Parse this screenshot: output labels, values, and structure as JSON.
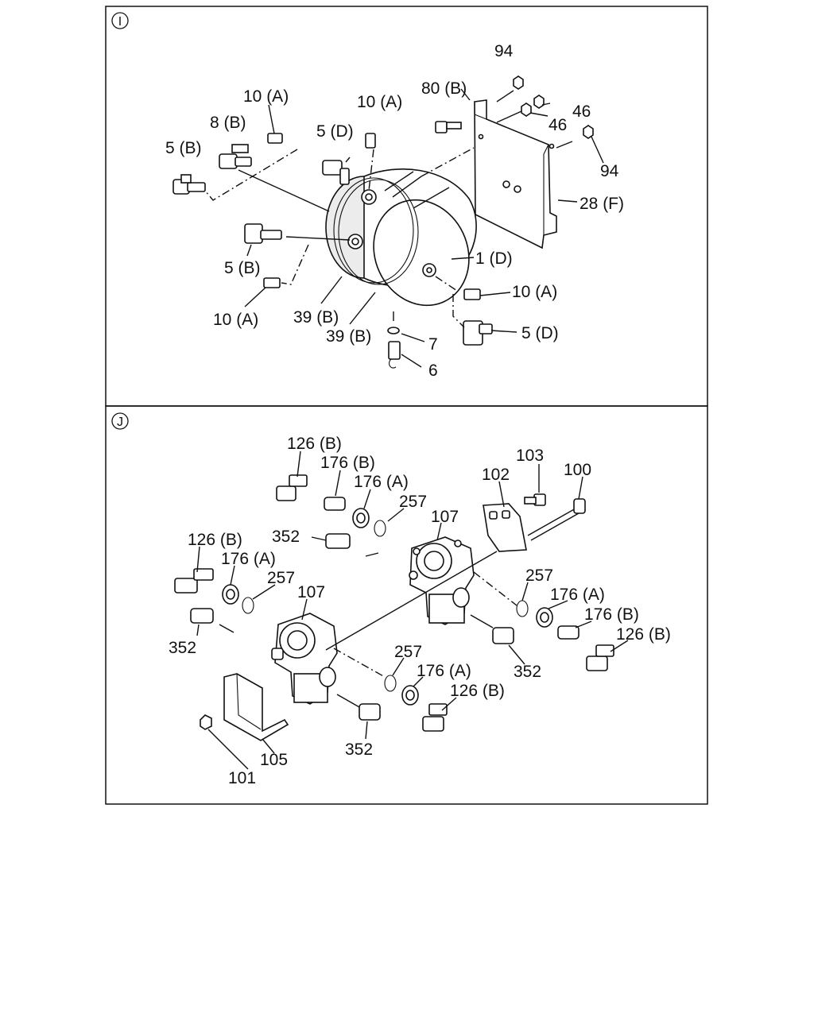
{
  "panel_i": {
    "marker": "I",
    "labels": {
      "p94a": "94",
      "p80b": "80 (B)",
      "p46a": "46",
      "p46b": "46",
      "p94b": "94",
      "p28f": "28 (F)",
      "p10a_1": "10 (A)",
      "p10a_2": "10 (A)",
      "p8b": "8 (B)",
      "p5d_1": "5 (D)",
      "p5b_1": "5 (B)",
      "p5b_2": "5 (B)",
      "p1d": "1 (D)",
      "p10a_3": "10 (A)",
      "p10a_4": "10 (A)",
      "p39b_1": "39 (B)",
      "p39b_2": "39 (B)",
      "p7": "7",
      "p6": "6",
      "p5d_2": "5 (D)"
    }
  },
  "panel_j": {
    "marker": "J",
    "labels": {
      "p126b_1": "126 (B)",
      "p176b_1": "176 (B)",
      "p176a_1": "176 (A)",
      "p257_1": "257",
      "p103": "103",
      "p102": "102",
      "p100": "100",
      "p352_1": "352",
      "p107_1": "107",
      "p126b_2": "126 (B)",
      "p176a_2": "176 (A)",
      "p257_2": "257",
      "p107_2": "107",
      "p352_2": "352",
      "p257_3": "257",
      "p176a_3": "176 (A)",
      "p176b_2": "176 (B)",
      "p126b_3": "126 (B)",
      "p352_3": "352",
      "p257_4": "257",
      "p176a_4": "176 (A)",
      "p126b_4": "126 (B)",
      "p105": "105",
      "p352_4": "352",
      "p101": "101"
    }
  }
}
